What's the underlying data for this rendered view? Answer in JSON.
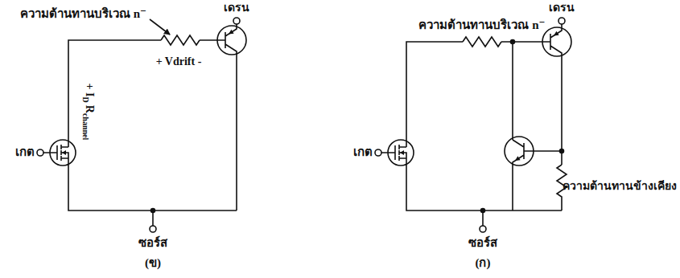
{
  "diagram": {
    "labels": [
      "ความต้านทานบริเวณ n⁻",
      "เดรน",
      "+ Vdrift -",
      "+ I",
      "D",
      "R",
      "channel",
      "เกต",
      "ซอร์ส",
      "(ข)",
      "ความต้านทานบริเวณ n⁻",
      "เดรน",
      "เกต",
      "ความต้านทานข้างเคียง",
      "ซอร์ส",
      "(ก)"
    ]
  }
}
